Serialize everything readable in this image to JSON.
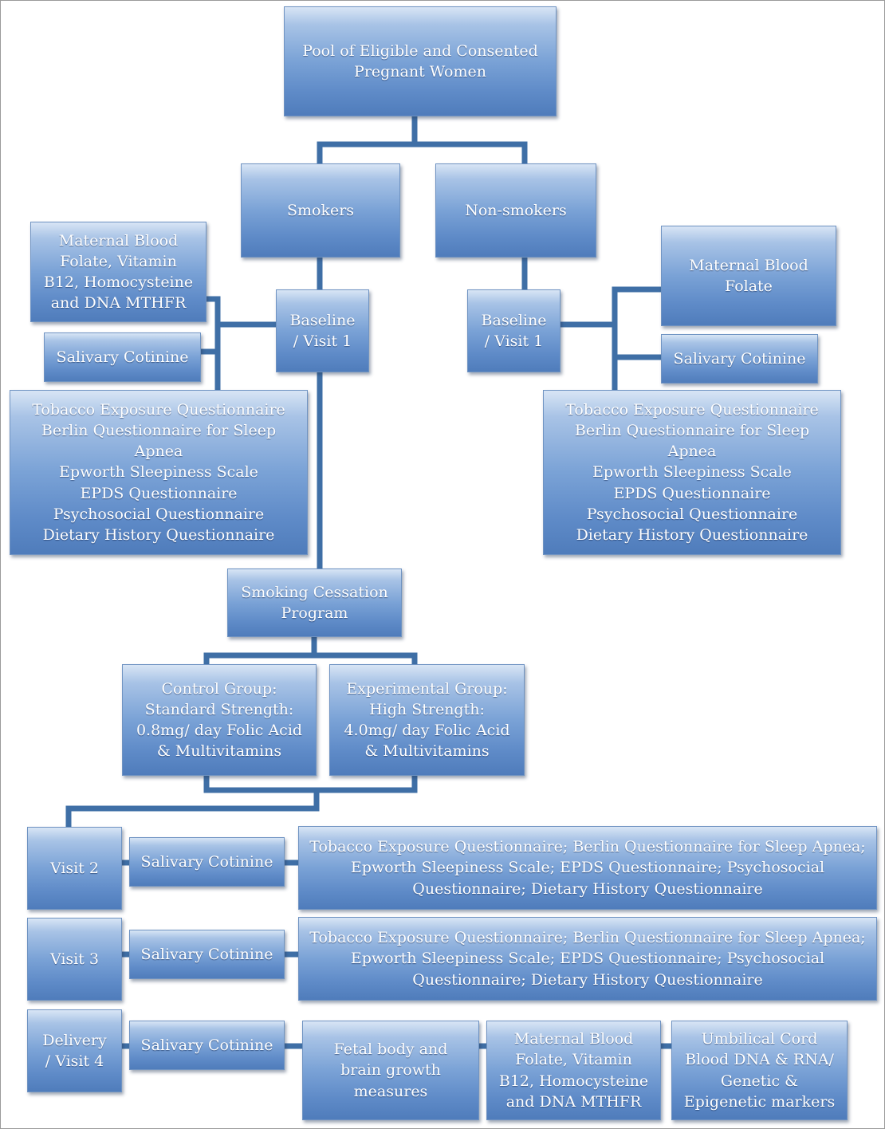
{
  "diagram": {
    "pool": "Pool of Eligible and Consented\nPregnant Women",
    "smokers": "Smokers",
    "non_smokers": "Non-smokers",
    "smokers_branch": {
      "maternal_blood": "Maternal Blood\nFolate, Vitamin\nB12, Homocysteine\nand DNA MTHFR",
      "salivary_cotinine": "Salivary Cotinine",
      "baseline": "Baseline\n/ Visit 1",
      "questionnaires": "Tobacco Exposure Questionnaire\nBerlin Questionnaire for Sleep\nApnea\nEpworth Sleepiness Scale\nEPDS Questionnaire\nPsychosocial Questionnaire\nDietary History Questionnaire"
    },
    "non_smokers_branch": {
      "maternal_blood": "Maternal Blood\nFolate",
      "salivary_cotinine": "Salivary Cotinine",
      "baseline": "Baseline\n/ Visit 1",
      "questionnaires": "Tobacco Exposure Questionnaire\nBerlin Questionnaire for Sleep\nApnea\nEpworth Sleepiness Scale\nEPDS Questionnaire\nPsychosocial Questionnaire\nDietary History Questionnaire"
    },
    "cessation": "Smoking Cessation\nProgram",
    "control_group": "Control Group:\nStandard Strength:\n0.8mg/ day Folic Acid\n& Multivitamins",
    "experimental_group": "Experimental Group:\nHigh Strength:\n4.0mg/ day Folic Acid\n& Multivitamins",
    "visit2": {
      "label": "Visit 2",
      "cotinine": "Salivary Cotinine",
      "questionnaires": "Tobacco Exposure Questionnaire; Berlin Questionnaire for Sleep Apnea;\nEpworth Sleepiness Scale; EPDS Questionnaire; Psychosocial\nQuestionnaire; Dietary History Questionnaire"
    },
    "visit3": {
      "label": "Visit 3",
      "cotinine": "Salivary Cotinine",
      "questionnaires": "Tobacco Exposure Questionnaire; Berlin Questionnaire for Sleep Apnea;\nEpworth Sleepiness Scale; EPDS Questionnaire; Psychosocial\nQuestionnaire; Dietary History Questionnaire"
    },
    "delivery": {
      "label": "Delivery\n/ Visit 4",
      "cotinine": "Salivary Cotinine",
      "fetal": "Fetal body and\nbrain growth\nmeasures",
      "maternal_blood": "Maternal Blood\nFolate, Vitamin\nB12, Homocysteine\nand DNA MTHFR",
      "umbilical": "Umbilical Cord\nBlood DNA & RNA/\nGenetic &\nEpigenetic markers"
    }
  },
  "colors": {
    "box_top": "#d8e5f5",
    "box_mid": "#7aa2d6",
    "box_bottom": "#4f7cbb",
    "connector": "#3f6fa6",
    "text": "#ffffff"
  }
}
